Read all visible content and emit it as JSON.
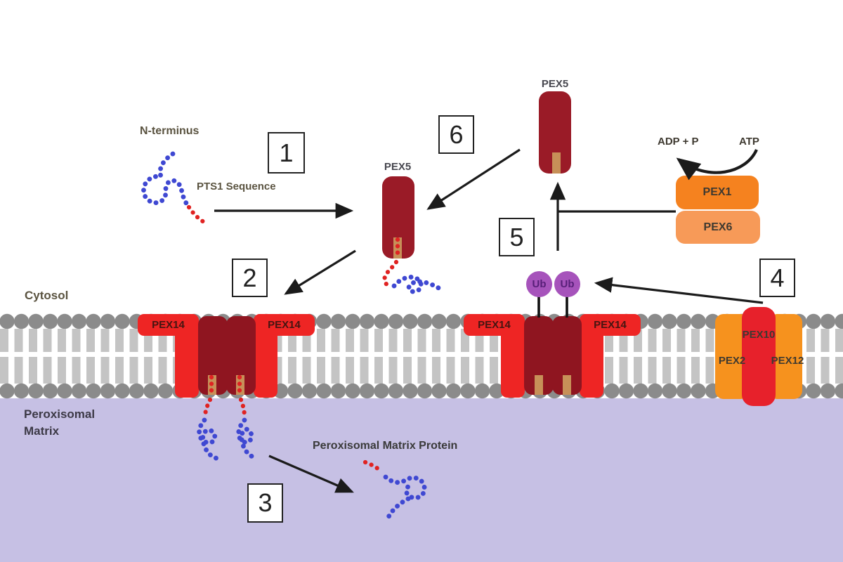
{
  "region_labels": {
    "cytosol": "Cytosol",
    "peroxisomal_matrix": "Peroxisomal\nMatrix",
    "matrix_protein_caption": "Peroxisomal Matrix Protein"
  },
  "annotations": {
    "n_terminus": "N-terminus",
    "pts1_sequence": "PTS1 Sequence",
    "adp_p": "ADP + P",
    "atp": "ATP"
  },
  "proteins": {
    "pex5": "PEX5",
    "pex14": "PEX14",
    "pex1": "PEX1",
    "pex6": "PEX6",
    "pex2": "PEX2",
    "pex10": "PEX10",
    "pex12": "PEX12",
    "ubiquitin": "Ub"
  },
  "steps": {
    "s1": "1",
    "s2": "2",
    "s3": "3",
    "s4": "4",
    "s5": "5",
    "s6": "6"
  },
  "colors": {
    "cytosol_bg": "#ffffff",
    "matrix_bg": "#c6c0e4",
    "lipid_head_gray": "#8b8b8b",
    "lipid_tail_gray": "#c4c4c4",
    "pex14_red": "#ee2524",
    "channel_maroon": "#8f1520",
    "pex5_maroon": "#9a1b27",
    "slot_tan": "#c79058",
    "pex1_orange": "#f5821f",
    "pex6_orange": "#f79a58",
    "pex2_pex12_orange": "#f6921e",
    "pex10_red": "#e7212b",
    "ubiquitin_purple": "#a653bb",
    "cargo_blue": "#3f48d2",
    "pts1_red": "#e02322",
    "arrow_black": "#1b1b1b"
  }
}
